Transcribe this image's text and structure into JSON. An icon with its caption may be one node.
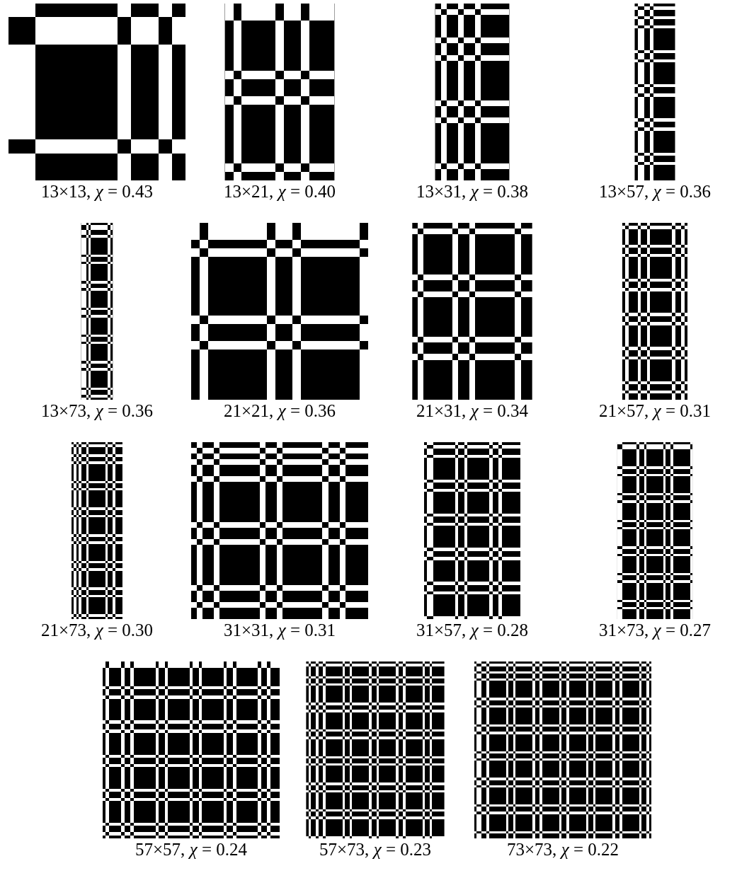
{
  "diagram": {
    "labels": [
      "13×13, *χ* = 0.43",
      "13×21, *χ* = 0.40",
      "13×31, *χ* = 0.38",
      "13×57, *χ* = 0.36",
      "13×73, *χ* = 0.36",
      "21×21, *χ* = 0.36",
      "21×31, *χ* = 0.34",
      "21×57, *χ* = 0.31",
      "21×73, *χ* = 0.30",
      "31×31, *χ* = 0.31",
      "31×57, *χ* = 0.28",
      "31×73, *χ* = 0.27",
      "57×57, *χ* = 0.24",
      "57×73, *χ* = 0.23",
      "73×73, *χ* = 0.22"
    ]
  }
}
